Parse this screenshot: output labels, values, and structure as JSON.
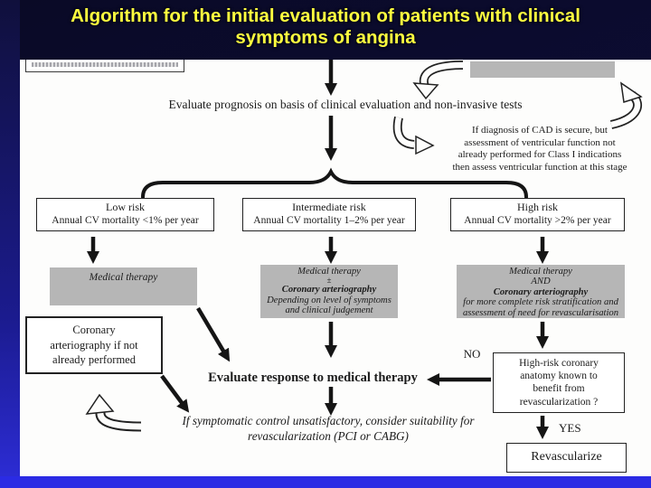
{
  "title_lines": [
    "Algorithm for the initial evaluation of patients with clinical",
    "symptoms of angina"
  ],
  "colors": {
    "title_text": "#FFFF3E",
    "background_navy": "#0A0A26",
    "left_strip_blue": "#2D2DD8",
    "bottom_bar_blue": "#2B2BE4",
    "gray_box_fill": "#B6B6B6",
    "canvas_white": "#FDFDFC",
    "line_black": "#1B1B1B"
  },
  "flowchart": {
    "evaluate_prognosis_text": "Evaluate prognosis on basis of clinical evaluation and non-invasive tests",
    "cad_note_lines": [
      "If diagnosis of CAD is secure, but",
      "assessment of ventricular function not",
      "already performed for Class I indications",
      "then assess ventricular function at this stage"
    ],
    "risk_boxes": [
      {
        "title": "Low risk",
        "subtitle": "Annual CV mortality <1% per year"
      },
      {
        "title": "Intermediate risk",
        "subtitle": "Annual CV mortality 1–2% per year"
      },
      {
        "title": "High risk",
        "subtitle": "Annual CV mortality >2% per year"
      }
    ],
    "therapy_boxes": [
      {
        "lines": [
          "Medical therapy"
        ]
      },
      {
        "lines": [
          "Medical therapy",
          "±",
          "Coronary arteriography",
          "Depending on level of symptoms",
          "and clinical judgement"
        ]
      },
      {
        "lines": [
          "Medical therapy",
          "AND",
          "Coronary arteriography",
          "for more complete risk stratification and",
          "assessment of need for revascularisation"
        ]
      }
    ],
    "coronary_box_lines": [
      "Coronary",
      "arteriography if not",
      "already performed"
    ],
    "evaluate_response_text": "Evaluate response to medical therapy",
    "no_label": "NO",
    "yes_label": "YES",
    "highrisk_box_lines": [
      "High-risk coronary",
      "anatomy known to",
      "benefit from",
      "revascularization ?"
    ],
    "bottom_note_lines": [
      "If symptomatic control unsatisfactory, consider suitability for",
      "revascularization (PCI or CABG)"
    ],
    "revascularize_label": "Revascularize"
  }
}
